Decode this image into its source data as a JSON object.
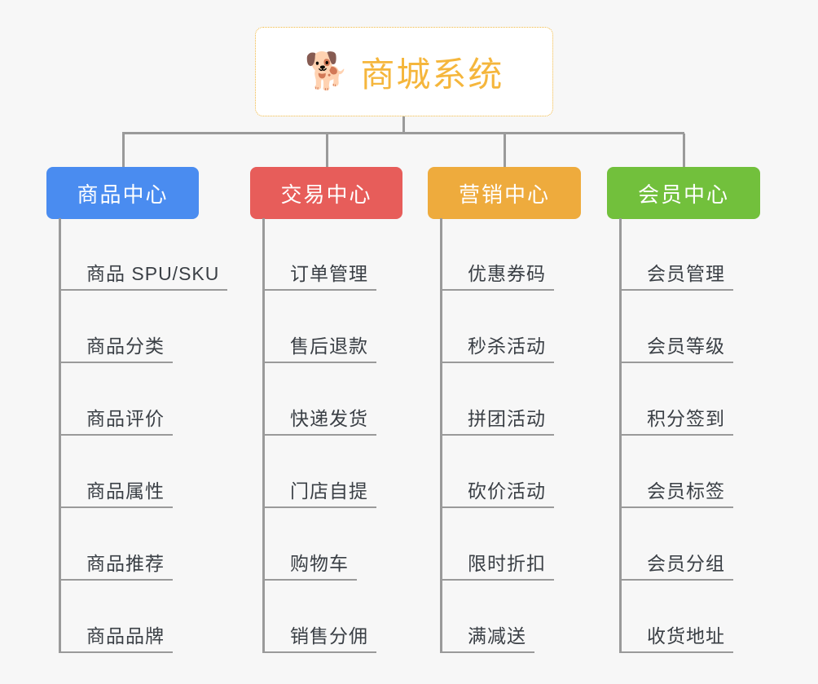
{
  "root": {
    "icon": "shiba-dog-face-icon",
    "emoji": "🐕",
    "title": "商城系统",
    "accent_color": "#f5b63c",
    "border_color": "#f0b840"
  },
  "canvas": {
    "background_color": "#f7f7f7",
    "connector_color": "#9a9a9a"
  },
  "branches": [
    {
      "label": "商品中心",
      "color": "#4a8cf0",
      "items": [
        "商品 SPU/SKU",
        "商品分类",
        "商品评价",
        "商品属性",
        "商品推荐",
        "商品品牌"
      ]
    },
    {
      "label": "交易中心",
      "color": "#e75d5a",
      "items": [
        "订单管理",
        "售后退款",
        "快递发货",
        "门店自提",
        "购物车",
        "销售分佣"
      ]
    },
    {
      "label": "营销中心",
      "color": "#eeab3d",
      "items": [
        "优惠券码",
        "秒杀活动",
        "拼团活动",
        "砍价活动",
        "限时折扣",
        "满减送"
      ]
    },
    {
      "label": "会员中心",
      "color": "#72c03c",
      "items": [
        "会员管理",
        "会员等级",
        "积分签到",
        "会员标签",
        "会员分组",
        "收货地址"
      ]
    }
  ]
}
